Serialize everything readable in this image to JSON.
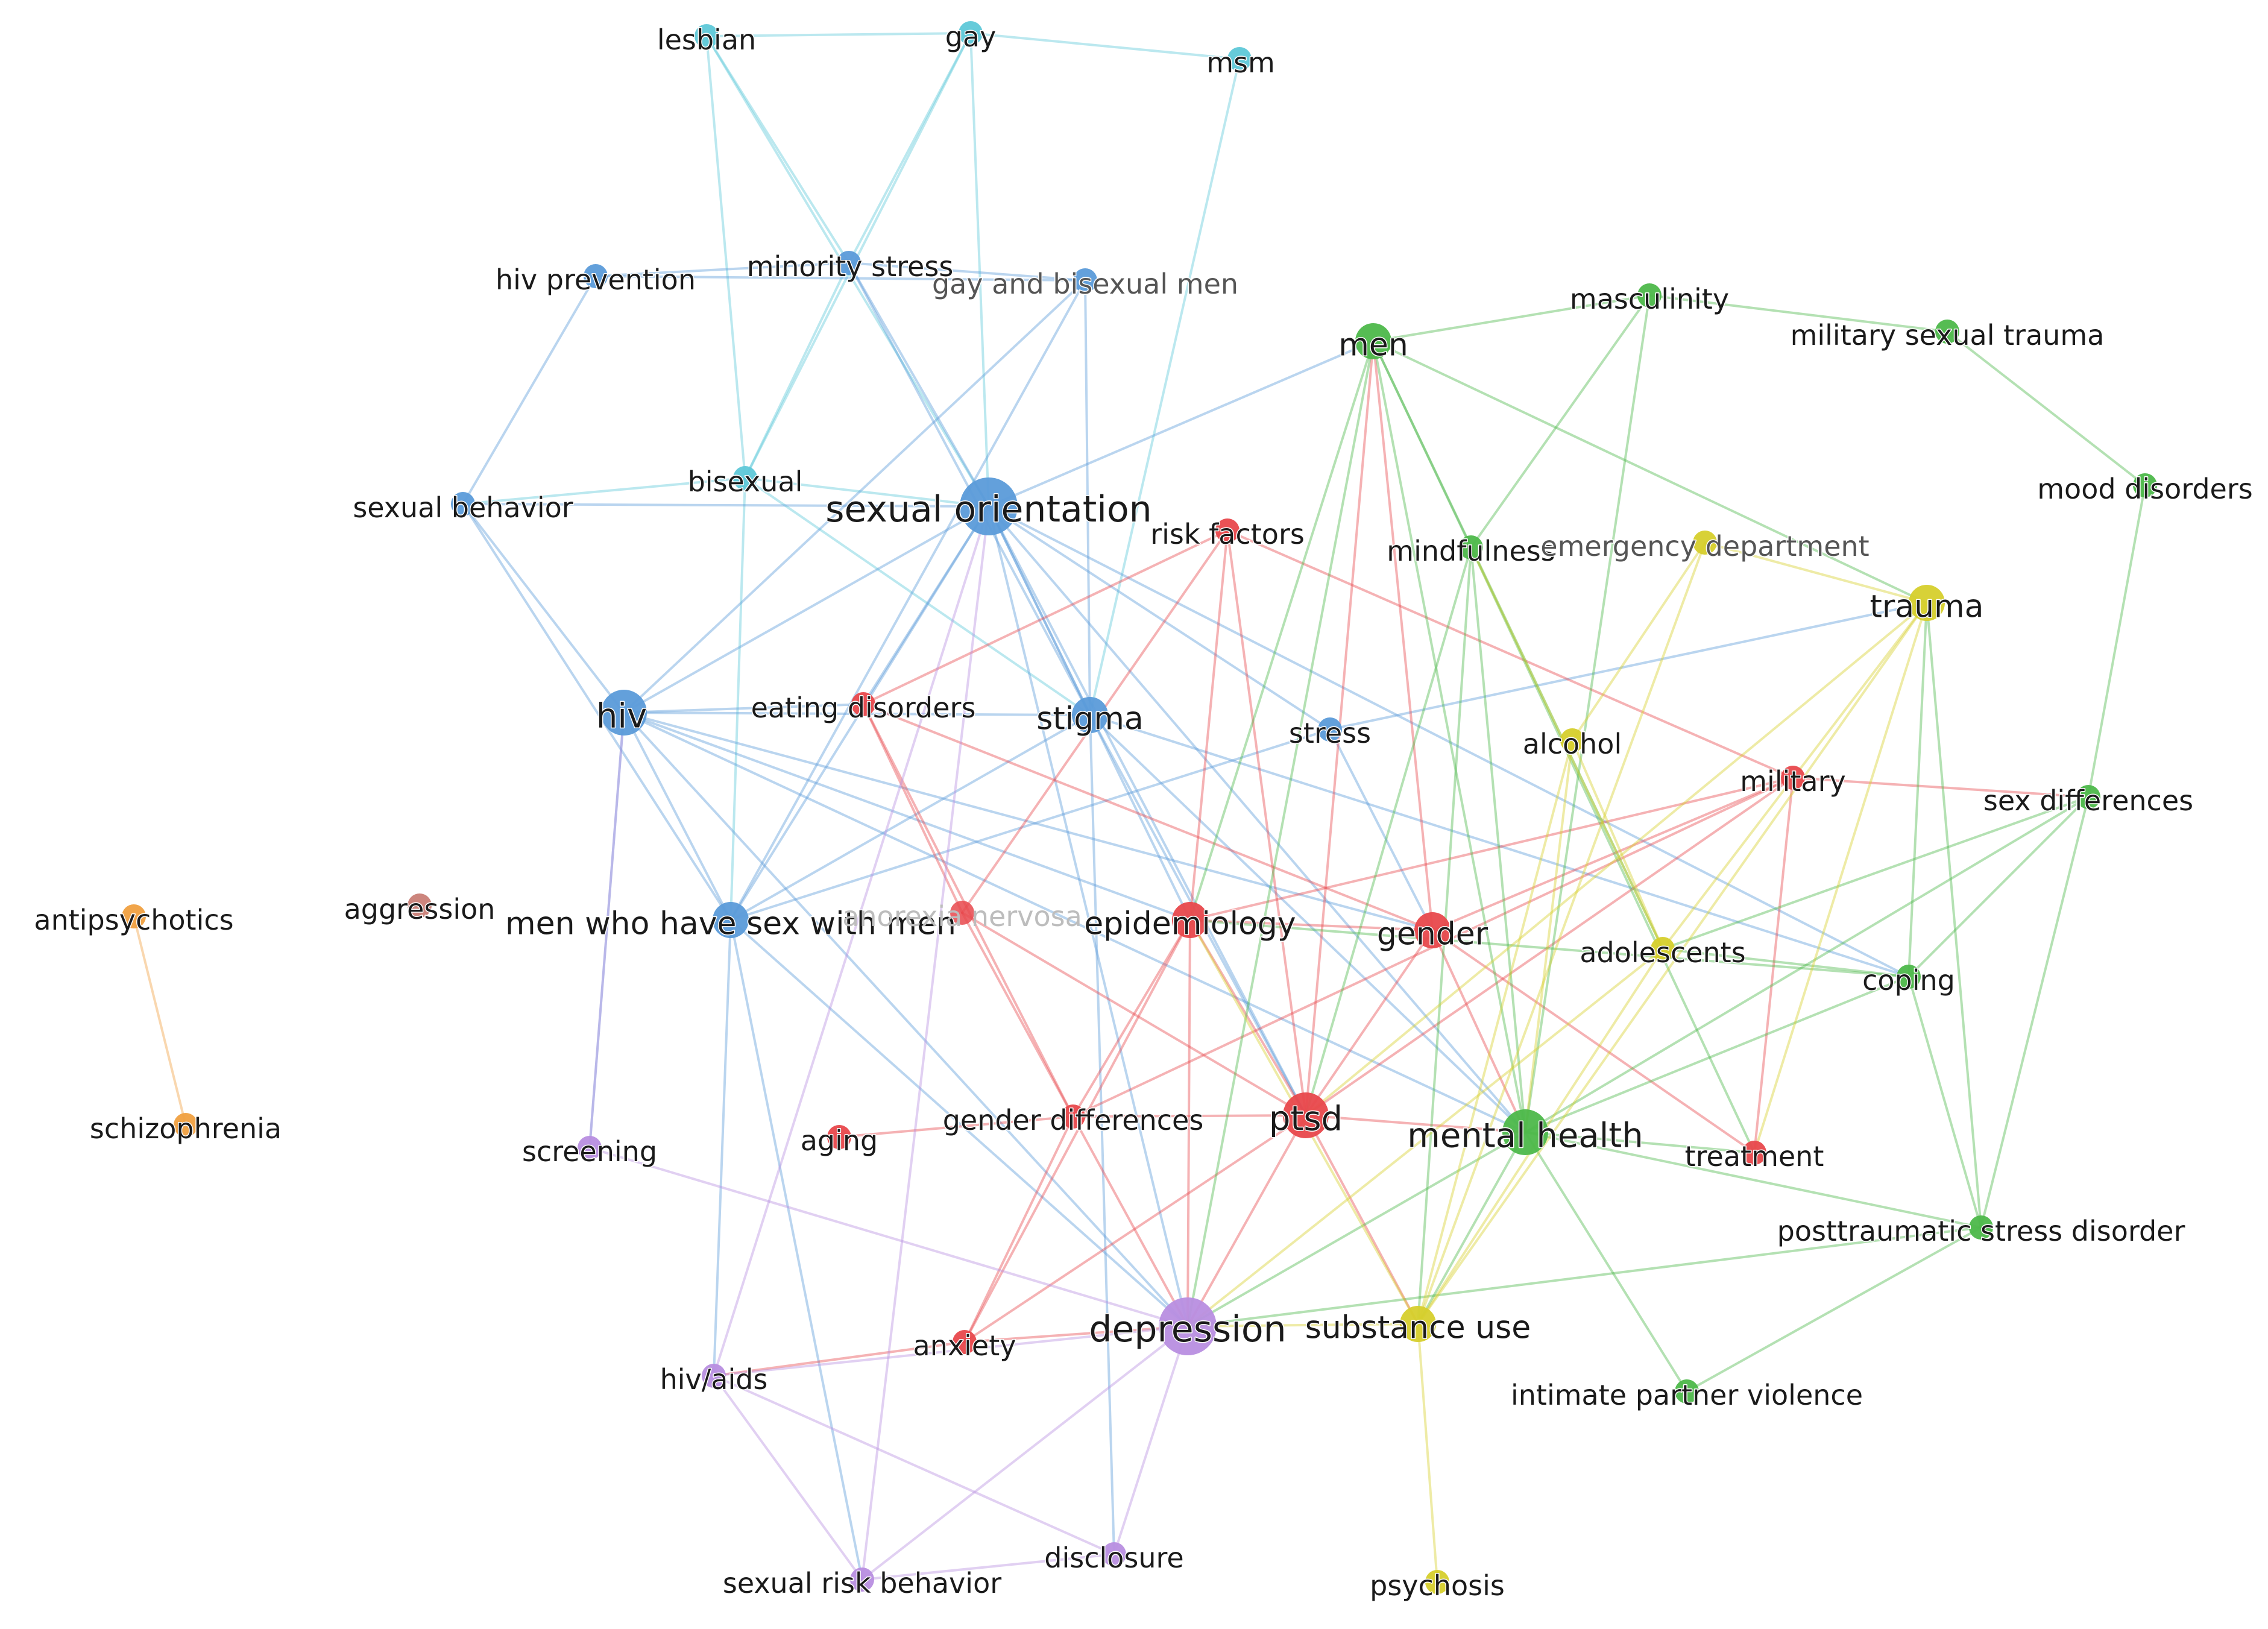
{
  "network": {
    "cluster_colors": {
      "red": "#e8484c",
      "green": "#4db84a",
      "blue": "#5b9bd9",
      "yellow": "#d6cf2c",
      "purple": "#b88ee0",
      "cyan": "#5ec8d8",
      "orange": "#f0a040",
      "brown": "#c97e76"
    },
    "nodes": [
      {
        "id": "sexual orientation",
        "label": "sexual orientation",
        "cluster": "blue",
        "weight": 5
      },
      {
        "id": "hiv",
        "label": "hiv",
        "cluster": "blue",
        "weight": 4
      },
      {
        "id": "stigma",
        "label": "stigma",
        "cluster": "blue",
        "weight": 3
      },
      {
        "id": "men who have sex with men",
        "label": "men who have sex with men",
        "cluster": "blue",
        "weight": 3
      },
      {
        "id": "hiv prevention",
        "label": "hiv prevention",
        "cluster": "blue",
        "weight": 2
      },
      {
        "id": "gay and bisexual men",
        "label": "gay and bisexual men",
        "cluster": "blue",
        "weight": 2
      },
      {
        "id": "sexual behavior",
        "label": "sexual behavior",
        "cluster": "blue",
        "weight": 2
      },
      {
        "id": "stress",
        "label": "stress",
        "cluster": "blue",
        "weight": 2
      },
      {
        "id": "minority stress",
        "label": "minority stress",
        "cluster": "blue",
        "weight": 2
      },
      {
        "id": "lesbian",
        "label": "lesbian",
        "cluster": "cyan",
        "weight": 2
      },
      {
        "id": "gay",
        "label": "gay",
        "cluster": "cyan",
        "weight": 2
      },
      {
        "id": "msm",
        "label": "msm",
        "cluster": "cyan",
        "weight": 2
      },
      {
        "id": "bisexual",
        "label": "bisexual",
        "cluster": "cyan",
        "weight": 2
      },
      {
        "id": "men",
        "label": "men",
        "cluster": "green",
        "weight": 3
      },
      {
        "id": "masculinity",
        "label": "masculinity",
        "cluster": "green",
        "weight": 2
      },
      {
        "id": "military sexual trauma",
        "label": "military sexual trauma",
        "cluster": "green",
        "weight": 2
      },
      {
        "id": "mood disorders",
        "label": "mood disorders",
        "cluster": "green",
        "weight": 2
      },
      {
        "id": "mindfulness",
        "label": "mindfulness",
        "cluster": "green",
        "weight": 2
      },
      {
        "id": "sex differences",
        "label": "sex differences",
        "cluster": "green",
        "weight": 2
      },
      {
        "id": "coping",
        "label": "coping",
        "cluster": "green",
        "weight": 2
      },
      {
        "id": "mental health",
        "label": "mental health",
        "cluster": "green",
        "weight": 4
      },
      {
        "id": "posttraumatic stress disorder",
        "label": "posttraumatic stress disorder",
        "cluster": "green",
        "weight": 2
      },
      {
        "id": "intimate partner violence",
        "label": "intimate partner violence",
        "cluster": "green",
        "weight": 2
      },
      {
        "id": "risk factors",
        "label": "risk factors",
        "cluster": "red",
        "weight": 2
      },
      {
        "id": "eating disorders",
        "label": "eating disorders",
        "cluster": "red",
        "weight": 2
      },
      {
        "id": "anorexia nervosa",
        "label": "anorexia nervosa",
        "cluster": "red",
        "weight": 2,
        "ghost": true
      },
      {
        "id": "epidemiology",
        "label": "epidemiology",
        "cluster": "red",
        "weight": 3
      },
      {
        "id": "gender",
        "label": "gender",
        "cluster": "red",
        "weight": 3
      },
      {
        "id": "military",
        "label": "military",
        "cluster": "red",
        "weight": 2
      },
      {
        "id": "ptsd",
        "label": "ptsd",
        "cluster": "red",
        "weight": 4
      },
      {
        "id": "gender differences",
        "label": "gender differences",
        "cluster": "red",
        "weight": 2
      },
      {
        "id": "aging",
        "label": "aging",
        "cluster": "red",
        "weight": 2
      },
      {
        "id": "treatment",
        "label": "treatment",
        "cluster": "red",
        "weight": 2
      },
      {
        "id": "anxiety",
        "label": "anxiety",
        "cluster": "red",
        "weight": 2
      },
      {
        "id": "emergency department",
        "label": "emergency department",
        "cluster": "yellow",
        "weight": 2
      },
      {
        "id": "trauma",
        "label": "trauma",
        "cluster": "yellow",
        "weight": 3
      },
      {
        "id": "alcohol",
        "label": "alcohol",
        "cluster": "yellow",
        "weight": 2
      },
      {
        "id": "adolescents",
        "label": "adolescents",
        "cluster": "yellow",
        "weight": 2
      },
      {
        "id": "substance use",
        "label": "substance use",
        "cluster": "yellow",
        "weight": 3
      },
      {
        "id": "psychosis",
        "label": "psychosis",
        "cluster": "yellow",
        "weight": 2
      },
      {
        "id": "depression",
        "label": "depression",
        "cluster": "purple",
        "weight": 5
      },
      {
        "id": "screening",
        "label": "screening",
        "cluster": "purple",
        "weight": 2
      },
      {
        "id": "hiv/aids",
        "label": "hiv/aids",
        "cluster": "purple",
        "weight": 2
      },
      {
        "id": "sexual risk behavior",
        "label": "sexual risk behavior",
        "cluster": "purple",
        "weight": 2
      },
      {
        "id": "disclosure",
        "label": "disclosure",
        "cluster": "purple",
        "weight": 2
      },
      {
        "id": "antipsychotics",
        "label": "antipsychotics",
        "cluster": "orange",
        "weight": 2
      },
      {
        "id": "schizophrenia",
        "label": "schizophrenia",
        "cluster": "orange",
        "weight": 2
      },
      {
        "id": "aggression",
        "label": "aggression",
        "cluster": "brown",
        "weight": 2
      }
    ],
    "edges": [
      [
        "lesbian",
        "gay"
      ],
      [
        "gay",
        "msm"
      ],
      [
        "lesbian",
        "minority stress"
      ],
      [
        "lesbian",
        "bisexual"
      ],
      [
        "lesbian",
        "sexual orientation"
      ],
      [
        "gay",
        "minority stress"
      ],
      [
        "gay",
        "bisexual"
      ],
      [
        "gay",
        "sexual orientation"
      ],
      [
        "msm",
        "stigma"
      ],
      [
        "bisexual",
        "sexual orientation"
      ],
      [
        "bisexual",
        "minority stress"
      ],
      [
        "bisexual",
        "sexual behavior"
      ],
      [
        "bisexual",
        "stigma"
      ],
      [
        "bisexual",
        "men who have sex with men"
      ],
      [
        "minority stress",
        "stigma"
      ],
      [
        "hiv prevention",
        "minority stress"
      ],
      [
        "hiv prevention",
        "gay and bisexual men"
      ],
      [
        "hiv prevention",
        "sexual behavior"
      ],
      [
        "minority stress",
        "sexual orientation"
      ],
      [
        "minority stress",
        "gay and bisexual men"
      ],
      [
        "gay and bisexual men",
        "stigma"
      ],
      [
        "gay and bisexual men",
        "hiv"
      ],
      [
        "gay and bisexual men",
        "men who have sex with men"
      ],
      [
        "sexual behavior",
        "sexual orientation"
      ],
      [
        "sexual behavior",
        "hiv"
      ],
      [
        "sexual behavior",
        "men who have sex with men"
      ],
      [
        "sexual orientation",
        "hiv"
      ],
      [
        "sexual orientation",
        "stigma"
      ],
      [
        "sexual orientation",
        "men who have sex with men"
      ],
      [
        "sexual orientation",
        "eating disorders"
      ],
      [
        "sexual orientation",
        "men"
      ],
      [
        "sexual orientation",
        "stress"
      ],
      [
        "sexual orientation",
        "depression"
      ],
      [
        "sexual orientation",
        "mental health"
      ],
      [
        "sexual orientation",
        "coping"
      ],
      [
        "sexual orientation",
        "ptsd"
      ],
      [
        "sexual orientation",
        "epidemiology"
      ],
      [
        "hiv",
        "stigma"
      ],
      [
        "hiv",
        "men who have sex with men"
      ],
      [
        "hiv",
        "epidemiology"
      ],
      [
        "hiv",
        "screening"
      ],
      [
        "hiv",
        "depression"
      ],
      [
        "hiv",
        "mental health"
      ],
      [
        "hiv",
        "gender"
      ],
      [
        "hiv",
        "eating disorders"
      ],
      [
        "stigma",
        "mental health"
      ],
      [
        "stigma",
        "men who have sex with men"
      ],
      [
        "stigma",
        "disclosure"
      ],
      [
        "stigma",
        "ptsd"
      ],
      [
        "stigma",
        "coping"
      ],
      [
        "men who have sex with men",
        "stress"
      ],
      [
        "men who have sex with men",
        "sexual risk behavior"
      ],
      [
        "men who have sex with men",
        "depression"
      ],
      [
        "men who have sex with men",
        "hiv/aids"
      ],
      [
        "stress",
        "trauma"
      ],
      [
        "stress",
        "gender"
      ],
      [
        "eating disorders",
        "risk factors"
      ],
      [
        "eating disorders",
        "anorexia nervosa"
      ],
      [
        "eating disorders",
        "gender"
      ],
      [
        "eating disorders",
        "gender differences"
      ],
      [
        "anorexia nervosa",
        "ptsd"
      ],
      [
        "anorexia nervosa",
        "gender differences"
      ],
      [
        "risk factors",
        "epidemiology"
      ],
      [
        "risk factors",
        "ptsd"
      ],
      [
        "risk factors",
        "military"
      ],
      [
        "risk factors",
        "anorexia nervosa"
      ],
      [
        "epidemiology",
        "gender"
      ],
      [
        "epidemiology",
        "gender differences"
      ],
      [
        "epidemiology",
        "anxiety"
      ],
      [
        "epidemiology",
        "depression"
      ],
      [
        "epidemiology",
        "military"
      ],
      [
        "epidemiology",
        "ptsd"
      ],
      [
        "gender",
        "mental health"
      ],
      [
        "gender",
        "ptsd"
      ],
      [
        "gender",
        "treatment"
      ],
      [
        "gender",
        "men"
      ],
      [
        "military",
        "ptsd"
      ],
      [
        "military",
        "gender differences"
      ],
      [
        "military",
        "treatment"
      ],
      [
        "military",
        "sex differences"
      ],
      [
        "military",
        "gender"
      ],
      [
        "ptsd",
        "gender differences"
      ],
      [
        "ptsd",
        "mental health"
      ],
      [
        "ptsd",
        "anxiety"
      ],
      [
        "ptsd",
        "depression"
      ],
      [
        "ptsd",
        "substance use"
      ],
      [
        "ptsd",
        "men"
      ],
      [
        "gender differences",
        "anxiety"
      ],
      [
        "gender differences",
        "aging"
      ],
      [
        "gender differences",
        "depression"
      ],
      [
        "anxiety",
        "depression"
      ],
      [
        "anxiety",
        "hiv/aids"
      ],
      [
        "men",
        "masculinity"
      ],
      [
        "men",
        "mindfulness"
      ],
      [
        "men",
        "mental health"
      ],
      [
        "men",
        "trauma"
      ],
      [
        "men",
        "depression"
      ],
      [
        "men",
        "epidemiology"
      ],
      [
        "men",
        "adolescents"
      ],
      [
        "masculinity",
        "military sexual trauma"
      ],
      [
        "masculinity",
        "mindfulness"
      ],
      [
        "masculinity",
        "mental health"
      ],
      [
        "military sexual trauma",
        "mood disorders"
      ],
      [
        "mood disorders",
        "sex differences"
      ],
      [
        "mindfulness",
        "mental health"
      ],
      [
        "mindfulness",
        "ptsd"
      ],
      [
        "mindfulness",
        "treatment"
      ],
      [
        "mindfulness",
        "substance use"
      ],
      [
        "sex differences",
        "posttraumatic stress disorder"
      ],
      [
        "sex differences",
        "coping"
      ],
      [
        "sex differences",
        "mental health"
      ],
      [
        "sex differences",
        "adolescents"
      ],
      [
        "coping",
        "mental health"
      ],
      [
        "coping",
        "posttraumatic stress disorder"
      ],
      [
        "coping",
        "adolescents"
      ],
      [
        "coping",
        "epidemiology"
      ],
      [
        "coping",
        "trauma"
      ],
      [
        "mental health",
        "posttraumatic stress disorder"
      ],
      [
        "mental health",
        "intimate partner violence"
      ],
      [
        "mental health",
        "depression"
      ],
      [
        "mental health",
        "substance use"
      ],
      [
        "mental health",
        "treatment"
      ],
      [
        "posttraumatic stress disorder",
        "intimate partner violence"
      ],
      [
        "posttraumatic stress disorder",
        "depression"
      ],
      [
        "posttraumatic stress disorder",
        "trauma"
      ],
      [
        "emergency department",
        "alcohol"
      ],
      [
        "emergency department",
        "trauma"
      ],
      [
        "emergency department",
        "substance use"
      ],
      [
        "trauma",
        "ptsd"
      ],
      [
        "trauma",
        "adolescents"
      ],
      [
        "trauma",
        "treatment"
      ],
      [
        "trauma",
        "substance use"
      ],
      [
        "alcohol",
        "adolescents"
      ],
      [
        "alcohol",
        "substance use"
      ],
      [
        "alcohol",
        "mental health"
      ],
      [
        "adolescents",
        "depression"
      ],
      [
        "adolescents",
        "substance use"
      ],
      [
        "adolescents",
        "mindfulness"
      ],
      [
        "substance use",
        "psychosis"
      ],
      [
        "substance use",
        "depression"
      ],
      [
        "substance use",
        "epidemiology"
      ],
      [
        "depression",
        "screening"
      ],
      [
        "depression",
        "hiv/aids"
      ],
      [
        "depression",
        "sexual risk behavior"
      ],
      [
        "depression",
        "disclosure"
      ],
      [
        "hiv/aids",
        "sexual risk behavior"
      ],
      [
        "hiv/aids",
        "disclosure"
      ],
      [
        "hiv/aids",
        "sexual orientation"
      ],
      [
        "sexual risk behavior",
        "disclosure"
      ],
      [
        "sexual risk behavior",
        "sexual orientation"
      ],
      [
        "screening",
        "hiv"
      ],
      [
        "antipsychotics",
        "schizophrenia"
      ]
    ]
  }
}
